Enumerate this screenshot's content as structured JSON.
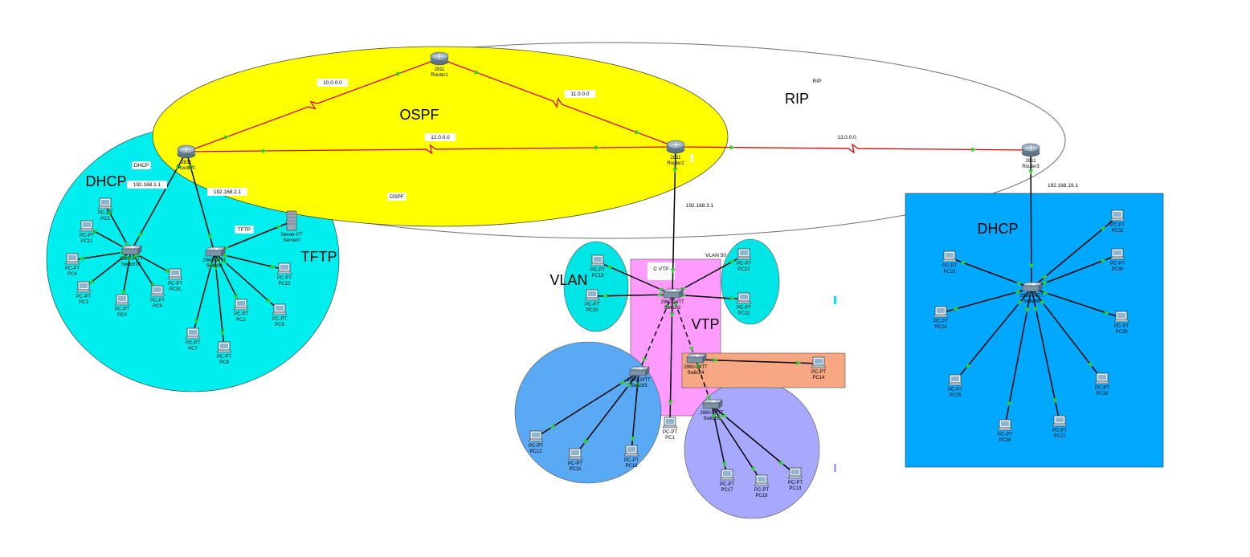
{
  "colors": {
    "ospf_zone": "#ffff00",
    "dhcp_left_zone": "#00eeee",
    "vlan_zone": "#00e5e5",
    "vtp_zone": "#ff9bff",
    "switch3_zone": "#5aa9f5",
    "switch5_zone": "#a8a8ff",
    "switch4_zone": "#f7a882",
    "dhcp_right_zone": "#00a8ff",
    "serial_link": "#dd0000",
    "ethernet_link": "#000000",
    "port_up": "#33cc33",
    "device_body": "#8fa3b4"
  },
  "zone_labels": {
    "ospf": "OSPF",
    "ospf_small": "OSPF",
    "rip": "RIP",
    "rip_small": "RIP",
    "dhcp_left": "DHCP",
    "dhcp_left_small": "DHCP",
    "tftp": "TFTP",
    "tftp_small": "TFTP",
    "vlan": "VLAN",
    "vlan50": "VLAN 50",
    "vtp": "VTP",
    "cvtp": "C VTP",
    "dhcp_right": "DHCP"
  },
  "networks": {
    "n10": "10.0.0.0",
    "n11": "11.0.0.0",
    "n12": "12.0.0.0",
    "n13": "13.0.0.0",
    "lan1": "192.168.1.1",
    "lan2": "192.168.2.1",
    "lan3": "192.168.3.1",
    "lan19": "192.168.19.1"
  },
  "routers": {
    "r0": {
      "model": "2811",
      "name": "Router0",
      "icon": "router-icon"
    },
    "r1": {
      "model": "2811",
      "name": "Router1",
      "icon": "router-icon"
    },
    "r2": {
      "model": "2811",
      "name": "Router2",
      "icon": "router-icon"
    },
    "r3": {
      "model": "2811",
      "name": "Router3",
      "icon": "router-icon"
    }
  },
  "switches": {
    "s10": {
      "model": "2960-24TT",
      "name": "Switch10"
    },
    "s1": {
      "model": "2960-24TT",
      "name": "Switch1"
    },
    "s2": {
      "model": "2960-24TT",
      "name": "Switch2"
    },
    "s3": {
      "model": "2960-24TT",
      "name": "Switch3"
    },
    "s4": {
      "model": "2960-24TT",
      "name": "Switch4"
    },
    "s5": {
      "model": "2960-24TT",
      "name": "Switch5"
    },
    "s6": {
      "model": "2960-24TT",
      "name": "Switch6"
    }
  },
  "server": {
    "type": "Server-PT",
    "name": "Server0",
    "icon": "server-icon"
  },
  "pcs": {
    "pc5": {
      "type": "PC-PT",
      "name": "PC5"
    },
    "pc11": {
      "type": "PC-PT",
      "name": "PC11"
    },
    "pc4": {
      "type": "PC-PT",
      "name": "PC4"
    },
    "pc3": {
      "type": "PC-PT",
      "name": "PC3"
    },
    "pc0": {
      "type": "PC-PT",
      "name": "PC0"
    },
    "pc6": {
      "type": "PC-PT",
      "name": "PC6"
    },
    "pc31": {
      "type": "PC-PT",
      "name": "PC31"
    },
    "pc7": {
      "type": "PC-PT",
      "name": "PC7"
    },
    "pc8": {
      "type": "PC-PT",
      "name": "PC8"
    },
    "pc2": {
      "type": "PC-PT",
      "name": "PC2"
    },
    "pc9": {
      "type": "PC-PT",
      "name": "PC9"
    },
    "pc10": {
      "type": "PC-PT",
      "name": "PC10"
    },
    "pc19": {
      "type": "PC-PT",
      "name": "PC19"
    },
    "pc20": {
      "type": "PC-PT",
      "name": "PC20"
    },
    "pc21": {
      "type": "PC-PT",
      "name": "PC21"
    },
    "pc22": {
      "type": "PC-PT",
      "name": "PC22"
    },
    "pc1": {
      "type": "PC-PT",
      "name": "PC1"
    },
    "pc12": {
      "type": "PC-PT",
      "name": "PC12"
    },
    "pc15": {
      "type": "PC-PT",
      "name": "PC15"
    },
    "pc16": {
      "type": "PC-PT",
      "name": "PC16"
    },
    "pc14": {
      "type": "PC-PT",
      "name": "PC14"
    },
    "pc17": {
      "type": "PC-PT",
      "name": "PC17"
    },
    "pc18": {
      "type": "PC-PT",
      "name": "PC18"
    },
    "pc13": {
      "type": "PC-PT",
      "name": "PC13"
    },
    "pc23": {
      "type": "PC-PT",
      "name": "PC23"
    },
    "pc24": {
      "type": "PC-PT",
      "name": "PC24"
    },
    "pc25": {
      "type": "PC-PT",
      "name": "PC25"
    },
    "pc26": {
      "type": "PC-PT",
      "name": "PC26"
    },
    "pc27": {
      "type": "PC-PT",
      "name": "PC27"
    },
    "pc28": {
      "type": "PC-PT",
      "name": "PC28"
    },
    "pc29": {
      "type": "PC-PT",
      "name": "PC29"
    },
    "pc30": {
      "type": "PC-PT",
      "name": "PC30"
    },
    "pc32": {
      "type": "PC-PT",
      "name": "PC32"
    }
  }
}
